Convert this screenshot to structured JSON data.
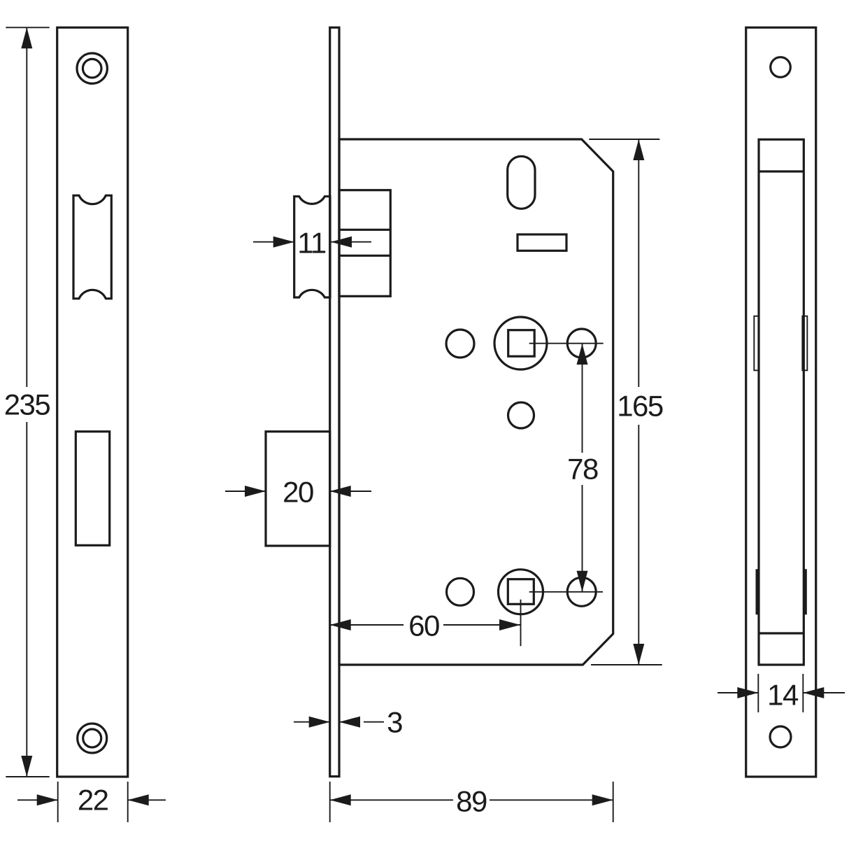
{
  "drawing": {
    "background": "#ffffff",
    "line_color": "#1b1b1b",
    "dimensions": {
      "faceplate_height": "235",
      "faceplate_width": "22",
      "latchbolt_width": "11",
      "deadbolt_width": "20",
      "faceplate_thickness": "3",
      "backset": "60",
      "case_width": "89",
      "follower_centres": "78",
      "case_height": "165",
      "case_depth": "14"
    }
  }
}
